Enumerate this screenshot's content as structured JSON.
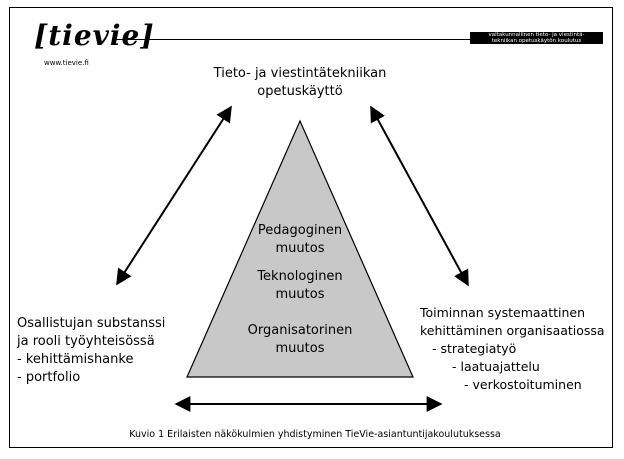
{
  "logo": {
    "wordmark": "[tievie]",
    "url": "www.tievie.fi"
  },
  "header_badge": {
    "line1": "valtakunnallinen tieto- ja viestintä-",
    "line2": "tekniikan opetuskäytön koulutus"
  },
  "top_label": {
    "line1": "Tieto- ja viestintätekniikan",
    "line2": "opetuskäyttö"
  },
  "triangle_labels": [
    {
      "line1": "Pedagoginen",
      "line2": "muutos"
    },
    {
      "line1": "Teknologinen",
      "line2": "muutos"
    },
    {
      "line1": "Organisatorinen",
      "line2": "muutos"
    }
  ],
  "left_label": {
    "line1": "Osallistujan substanssi",
    "line2": "ja rooli työyhteisössä",
    "items": [
      "- kehittämishanke",
      "- portfolio"
    ]
  },
  "right_label": {
    "line1": "Toiminnan systemaattinen",
    "line2": "kehittäminen organisaatiossa",
    "items": [
      "- strategiatyö",
      "- laatuajattelu",
      "- verkostoituminen"
    ]
  },
  "caption": "Kuvio 1 Erilaisten näkökulmien yhdistyminen TieVie-asiantuntijakoulutuksessa",
  "colors": {
    "triangle_fill": "#c8c8c8",
    "stroke": "#000000"
  }
}
